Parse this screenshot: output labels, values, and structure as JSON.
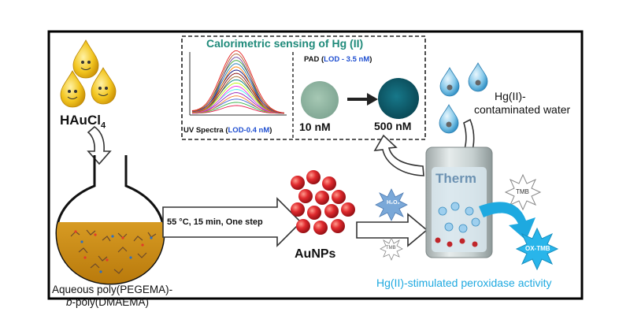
{
  "reagent": {
    "name": "HAuCl",
    "subscript": "4"
  },
  "flask": {
    "caption_line1": "Aqueous poly(PEGEMA)-",
    "caption_prefix": "b",
    "caption_line2_rest": "-poly(DMAEMA)"
  },
  "step": {
    "label": "55 °C, 15 min, One step"
  },
  "product": {
    "label": "AuNPs"
  },
  "sensing": {
    "title": "Calorimetric sensing of Hg (II)",
    "uv_label": "UV Spectra",
    "uv_lod": "LOD-0.4 nM",
    "pad_label": "PAD",
    "pad_lod": "LOD - 3.5 nM",
    "conc_low": "10 nM",
    "conc_high": "500 nM"
  },
  "water": {
    "line1": "Hg(II)-",
    "line2": "contaminated water"
  },
  "reaction": {
    "h2o2": "H₂O₂",
    "tmb": "TMB",
    "tmb_label": "TMB",
    "oxtmb_label": "OX-TMB",
    "activity": "Hg(II)-stimulated peroxidase  activity"
  },
  "colors": {
    "frame": "#000000",
    "droplet": "#f2c51f",
    "gold_np": "#d8262a",
    "pad_low": "#8fb3a0",
    "pad_high": "#0d5a68",
    "accent_blue": "#1ea9e0",
    "lod_blue": "#1f4fd1"
  }
}
